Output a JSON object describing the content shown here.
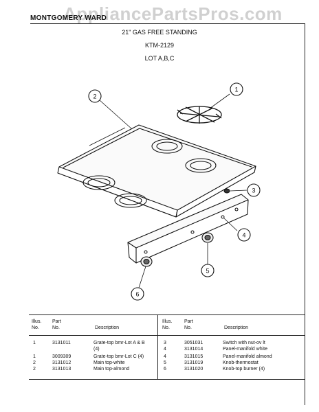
{
  "header": {
    "brand": "MONTGOMERY WARD",
    "watermark": "AppliancePartsPros.com",
    "title": "21\" GAS FREE STANDING",
    "model": "KTM-2129",
    "lot": "LOT A,B,C"
  },
  "callouts": [
    "1",
    "2",
    "3",
    "4",
    "5",
    "6"
  ],
  "table": {
    "headers": {
      "illus": "Illus.",
      "no": "No.",
      "part": "Part",
      "description": "Description"
    },
    "left_rows": [
      {
        "illus": "1",
        "part": "3131011",
        "desc": "Grate-top bmr-Lot A & B"
      },
      {
        "illus": "",
        "part": "",
        "desc": "(4)"
      },
      {
        "illus": "1",
        "part": "3009309",
        "desc": "Grate-top bmr-Lot C (4)"
      },
      {
        "illus": "2",
        "part": "3131012",
        "desc": "Main top-white"
      },
      {
        "illus": "2",
        "part": "3131013",
        "desc": "Main top-almond"
      }
    ],
    "right_rows": [
      {
        "illus": "3",
        "part": "3051031",
        "desc": "Switch with nut-ov lt"
      },
      {
        "illus": "4",
        "part": "3131014",
        "desc": "Panel-manifold white"
      },
      {
        "illus": "4",
        "part": "3131015",
        "desc": "Panel-manifold almond"
      },
      {
        "illus": "5",
        "part": "3131019",
        "desc": "Knob-thermostat"
      },
      {
        "illus": "6",
        "part": "3131020",
        "desc": "Knob-top burner (4)"
      }
    ]
  }
}
